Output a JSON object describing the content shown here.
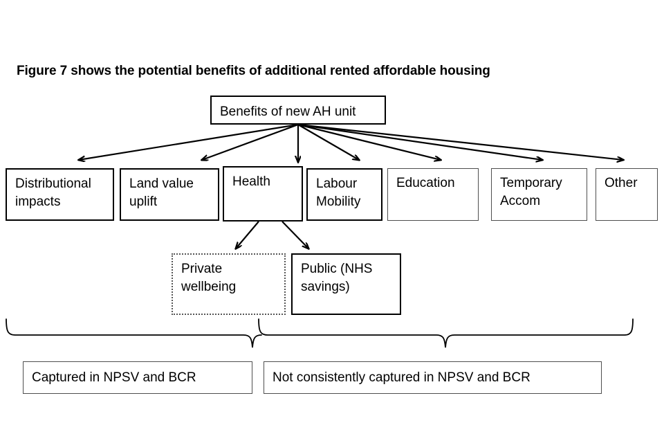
{
  "figure": {
    "title": "Figure 7 shows the potential benefits of additional rented affordable housing",
    "root": {
      "label": "Benefits of new AH unit"
    },
    "branches": [
      {
        "label": "Distributional\nimpacts"
      },
      {
        "label": "Land value\nuplift"
      },
      {
        "label": "Health"
      },
      {
        "label": "Labour\nMobility"
      },
      {
        "label": "Education"
      },
      {
        "label": "Temporary\nAccom"
      },
      {
        "label": "Other"
      }
    ],
    "health_children": [
      {
        "label": "Private\nwellbeing",
        "border": "dotted"
      },
      {
        "label": "Public (NHS\nsavings)",
        "border": "solid"
      }
    ],
    "summary": [
      {
        "label": "Captured in NPSV and BCR"
      },
      {
        "label": "Not consistently captured in NPSV and BCR"
      }
    ],
    "colors": {
      "background": "#ffffff",
      "line": "#000000",
      "box_border": "#000000",
      "dotted_border": "#555555",
      "text": "#000000"
    }
  }
}
